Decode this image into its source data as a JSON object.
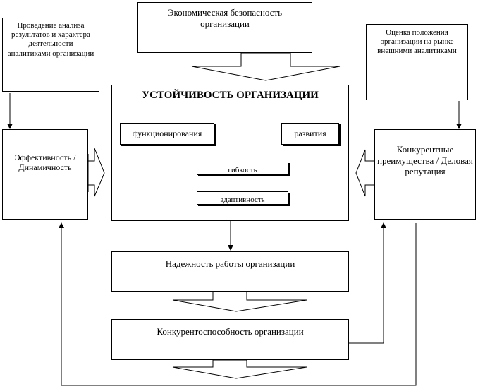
{
  "diagram": {
    "economic_security": "Экономическая безопасность организации",
    "analysis_results": "Проведение анализа результатов и характера деятельности аналитиками организации",
    "market_assessment": "Оценка положения организации на рынке внешними аналитиками",
    "stability_title": "УСТОЙЧИВОСТЬ ОРГАНИЗАЦИИ",
    "functioning": "функционирования",
    "development": "развития",
    "flexibility": "гибкость",
    "adaptability": "адаптивность",
    "efficiency": "Эффективность / Динамичность",
    "competitive_advantages": "Конкурентные преимущества / Деловая репутация",
    "reliability": "Надежность работы организации",
    "competitiveness": "Конкурентоспособность организации"
  }
}
